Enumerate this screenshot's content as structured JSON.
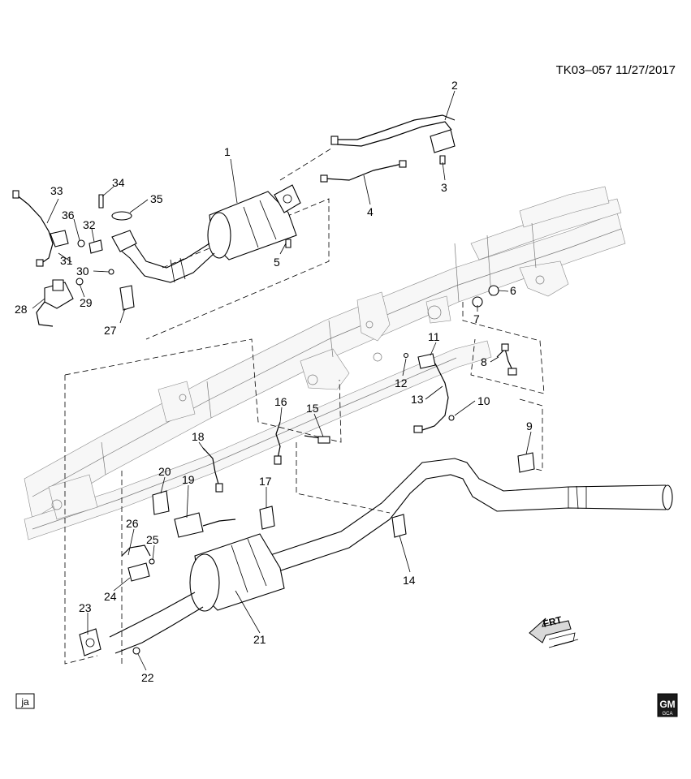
{
  "header": {
    "code_date": "TK03–057  11/27/2017"
  },
  "footer": {
    "initials": "ja",
    "gm_brand": "GM",
    "gm_sub": "GCA"
  },
  "direction": {
    "label": "FRT"
  },
  "callouts": [
    {
      "num": "1"
    },
    {
      "num": "2"
    },
    {
      "num": "3"
    },
    {
      "num": "4"
    },
    {
      "num": "5"
    },
    {
      "num": "6"
    },
    {
      "num": "7"
    },
    {
      "num": "8"
    },
    {
      "num": "9"
    },
    {
      "num": "10"
    },
    {
      "num": "11"
    },
    {
      "num": "12"
    },
    {
      "num": "13"
    },
    {
      "num": "14"
    },
    {
      "num": "15"
    },
    {
      "num": "16"
    },
    {
      "num": "17"
    },
    {
      "num": "18"
    },
    {
      "num": "19"
    },
    {
      "num": "20"
    },
    {
      "num": "21"
    },
    {
      "num": "22"
    },
    {
      "num": "23"
    },
    {
      "num": "24"
    },
    {
      "num": "25"
    },
    {
      "num": "26"
    },
    {
      "num": "27"
    },
    {
      "num": "28"
    },
    {
      "num": "29"
    },
    {
      "num": "30"
    },
    {
      "num": "31"
    },
    {
      "num": "32"
    },
    {
      "num": "33"
    },
    {
      "num": "34"
    },
    {
      "num": "35"
    },
    {
      "num": "36"
    }
  ]
}
